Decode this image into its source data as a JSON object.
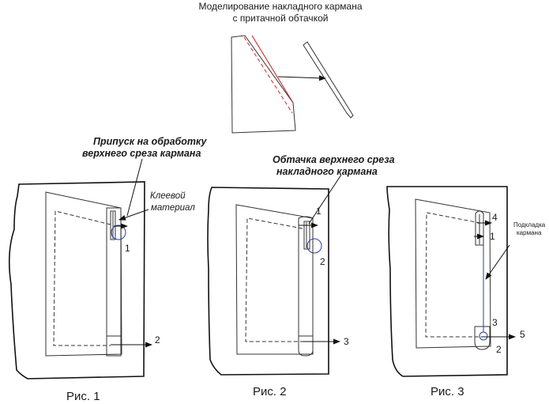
{
  "title": {
    "line1": "Моделирование накладного кармана",
    "line2": "с притачной обтачкой"
  },
  "fig1": {
    "caption": "Рис. 1",
    "label_allowance_line1": "Припуск на обработку",
    "label_allowance_line2": "верхнего среза кармана",
    "label_glue_line1": "Клеевой",
    "label_glue_line2": "материал",
    "num_1": "1",
    "num_2": "2"
  },
  "fig2": {
    "caption": "Рис. 2",
    "label_facing_line1": "Обтачка верхнего среза",
    "label_facing_line2": "накладного кармана",
    "num_1": "1",
    "num_2": "2",
    "num_3": "3"
  },
  "fig3": {
    "caption": "Рис. 3",
    "label_lining_line1": "Подкладка",
    "label_lining_line2": "кармана",
    "num_1": "1",
    "num_2": "2",
    "num_3": "3",
    "num_4": "4",
    "num_5": "5"
  },
  "colors": {
    "line": "#333333",
    "red": "#d01818",
    "blue": "#2a3f9e"
  }
}
